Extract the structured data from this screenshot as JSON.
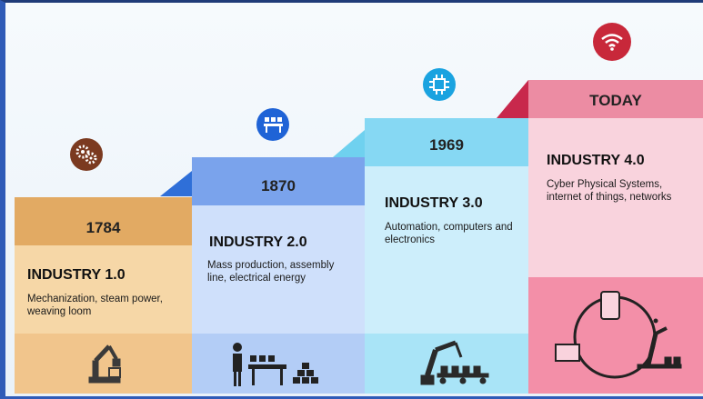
{
  "stages": [
    {
      "year": "1784",
      "title": "INDUSTRY 1.0",
      "description": "Mechanization, steam power, weaving loom",
      "icon": "gears-icon",
      "bottom_icon": "robot-arm-icon",
      "color": "#e8b57a"
    },
    {
      "year": "1870",
      "title": "INDUSTRY 2.0",
      "description": "Mass production, assembly line, electrical energy",
      "icon": "conveyor-icon",
      "bottom_icon": "assembly-line-worker-icon",
      "color": "#8fb2ef"
    },
    {
      "year": "1969",
      "title": "INDUSTRY 3.0",
      "description": "Automation, computers and electronics",
      "icon": "chip-icon",
      "bottom_icon": "industrial-robot-icon",
      "color": "#8bdcf4"
    },
    {
      "year": "TODAY",
      "title": "INDUSTRY 4.0",
      "description": "Cyber Physical Systems, internet of things, networks",
      "icon": "wifi-icon",
      "bottom_icon": "connected-factory-icon",
      "color": "#ef8ea7"
    }
  ]
}
